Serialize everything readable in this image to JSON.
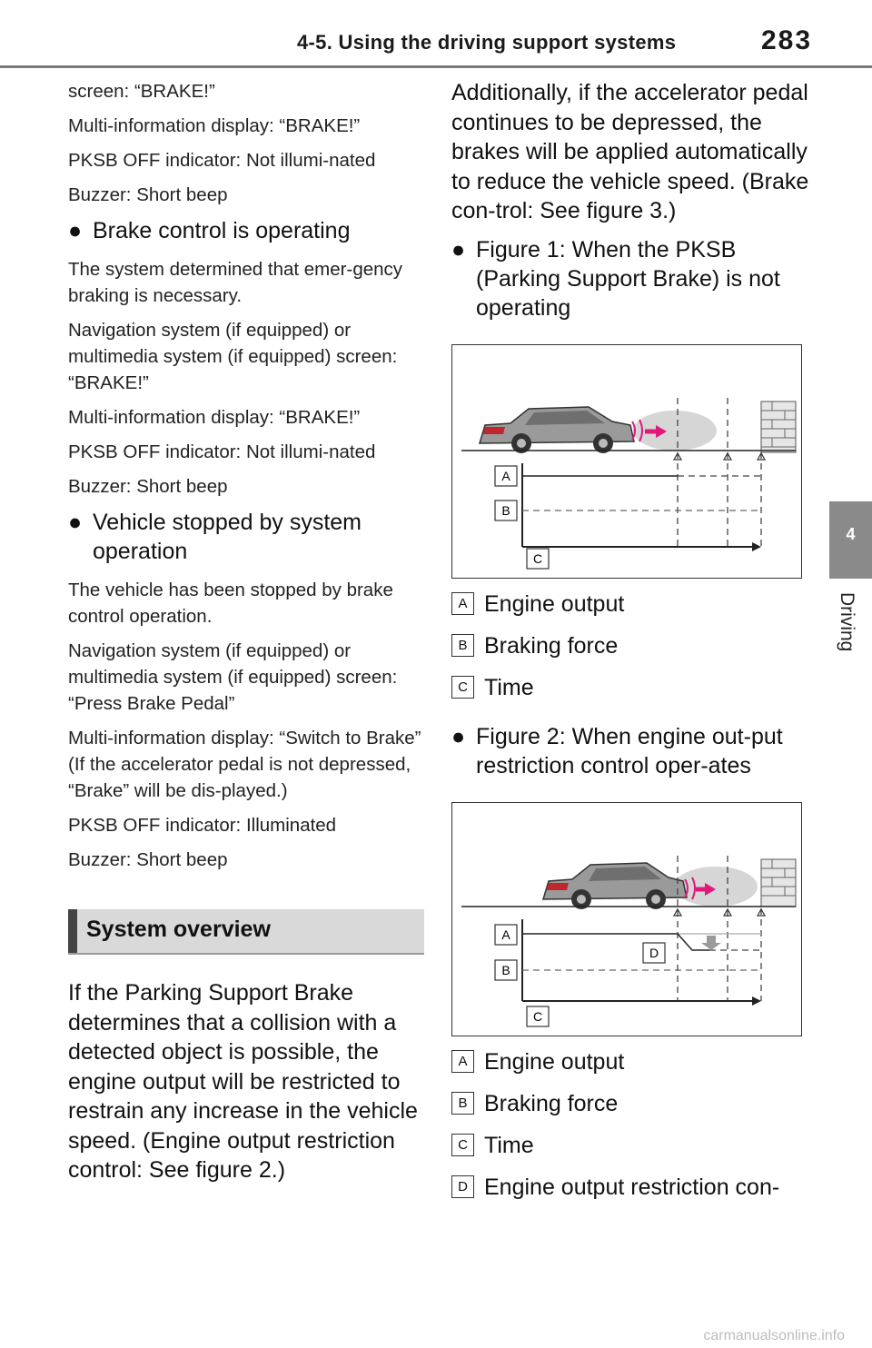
{
  "header": {
    "section_title": "4-5. Using the driving support systems",
    "page_number": "283"
  },
  "side_tab": {
    "chapter_number": "4",
    "chapter_label": "Driving"
  },
  "left_column": {
    "lines_a": [
      "screen: “BRAKE!”",
      "Multi-information display: “BRAKE!”",
      "PKSB OFF indicator: Not illumi-nated",
      "Buzzer: Short beep"
    ],
    "bullet_brake_control": "Brake control is operating",
    "lines_b": [
      "The system determined that emer-gency braking is necessary.",
      "Navigation system (if equipped) or multimedia system (if equipped) screen: “BRAKE!”",
      "Multi-information display: “BRAKE!”",
      "PKSB OFF indicator: Not illumi-nated",
      "Buzzer: Short beep"
    ],
    "bullet_vehicle_stopped": "Vehicle stopped by system operation",
    "lines_c": [
      "The vehicle has been stopped by brake control operation.",
      "Navigation system (if equipped) or multimedia system (if equipped) screen: “Press Brake Pedal”",
      "Multi-information display: “Switch to Brake” (If the accelerator pedal is not depressed, “Brake” will be dis-played.)",
      "PKSB OFF indicator: Illuminated",
      "Buzzer: Short beep"
    ],
    "section_heading": "System overview",
    "overview_paragraph": "If the Parking Support Brake determines that a collision with a detected object is possible, the engine output will be restricted to restrain any increase in the vehicle speed. (Engine output restriction control: See figure 2.)"
  },
  "right_column": {
    "intro_paragraph": "Additionally, if the accelerator pedal continues to be depressed, the brakes will be applied automatically to reduce the vehicle speed. (Brake con-trol: See figure 3.)",
    "figure1_caption": "Figure 1: When the PKSB (Parking Support Brake) is not operating",
    "figure1_legend": [
      {
        "key": "A",
        "label": "Engine output"
      },
      {
        "key": "B",
        "label": "Braking force"
      },
      {
        "key": "C",
        "label": "Time"
      }
    ],
    "figure2_caption": "Figure 2: When engine out-put restriction control oper-ates",
    "figure2_legend": [
      {
        "key": "A",
        "label": "Engine output"
      },
      {
        "key": "B",
        "label": "Braking force"
      },
      {
        "key": "C",
        "label": "Time"
      },
      {
        "key": "D",
        "label": "Engine output restriction con-"
      }
    ]
  },
  "figure_labels": {
    "a": "A",
    "b": "B",
    "c": "C",
    "d": "D"
  },
  "bullet_glyph": "●",
  "watermark": "carmanualsonline.info",
  "colors": {
    "arrow_pink": "#e0197a",
    "engine_line": "#222222",
    "dashed": "#555555",
    "tab_gray": "#8a8a8a"
  }
}
